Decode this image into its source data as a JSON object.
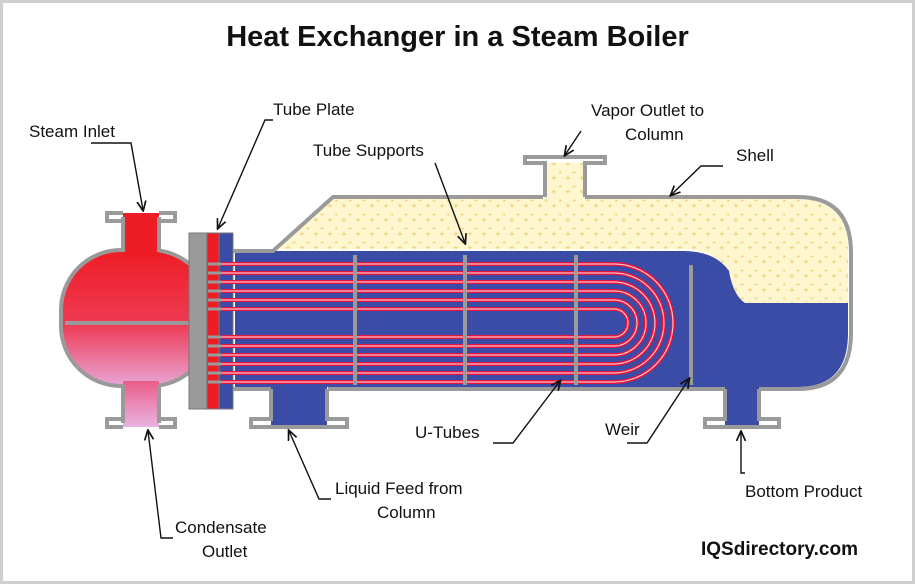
{
  "title": "Heat Exchanger in a Steam Boiler",
  "labels": {
    "steam_inlet": "Steam Inlet",
    "tube_plate": "Tube Plate",
    "tube_supports": "Tube Supports",
    "vapor_outlet_line1": "Vapor Outlet to",
    "vapor_outlet_line2": "Column",
    "shell": "Shell",
    "u_tubes": "U-Tubes",
    "weir": "Weir",
    "liquid_feed_line1": "Liquid Feed from",
    "liquid_feed_line2": "Column",
    "bottom_product": "Bottom Product",
    "condensate_line1": "Condensate",
    "condensate_line2": "Outlet"
  },
  "brand": "IQSdirectory.com",
  "colors": {
    "steam_red": "#ee1c24",
    "condensate_pink": "#e8a6d6",
    "liquid_blue": "#3a4ca5",
    "vapor_cream": "#fdf6cf",
    "shell_gray": "#9a9a9a",
    "tube_red": "#e8123a"
  }
}
